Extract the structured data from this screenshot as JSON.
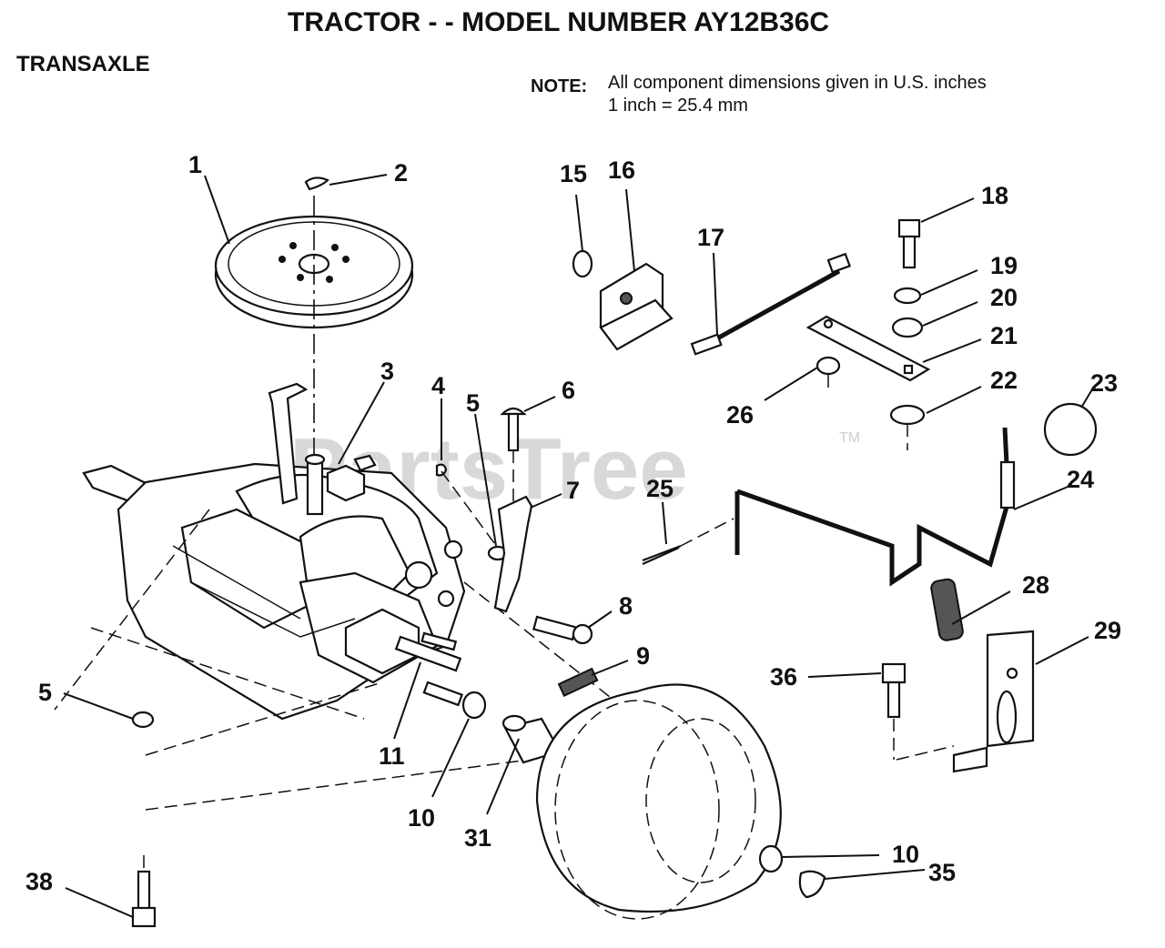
{
  "header": {
    "title": "TRACTOR - - MODEL NUMBER AY12B36C",
    "section": "TRANSAXLE",
    "note_label": "NOTE:",
    "note_line1": "All component dimensions given in U.S. inches",
    "note_line2": "1 inch = 25.4 mm"
  },
  "watermark": {
    "text": "PartsTree",
    "tm": "TM"
  },
  "callouts": {
    "c1": "1",
    "c2": "2",
    "c3": "3",
    "c4": "4",
    "c5a": "5",
    "c5b": "5",
    "c6": "6",
    "c7": "7",
    "c8": "8",
    "c9": "9",
    "c10a": "10",
    "c10b": "10",
    "c11": "11",
    "c15": "15",
    "c16": "16",
    "c17": "17",
    "c18": "18",
    "c19": "19",
    "c20": "20",
    "c21": "21",
    "c22": "22",
    "c23": "23",
    "c24": "24",
    "c25": "25",
    "c26": "26",
    "c28": "28",
    "c29": "29",
    "c31": "31",
    "c35": "35",
    "c36": "36",
    "c38": "38"
  }
}
